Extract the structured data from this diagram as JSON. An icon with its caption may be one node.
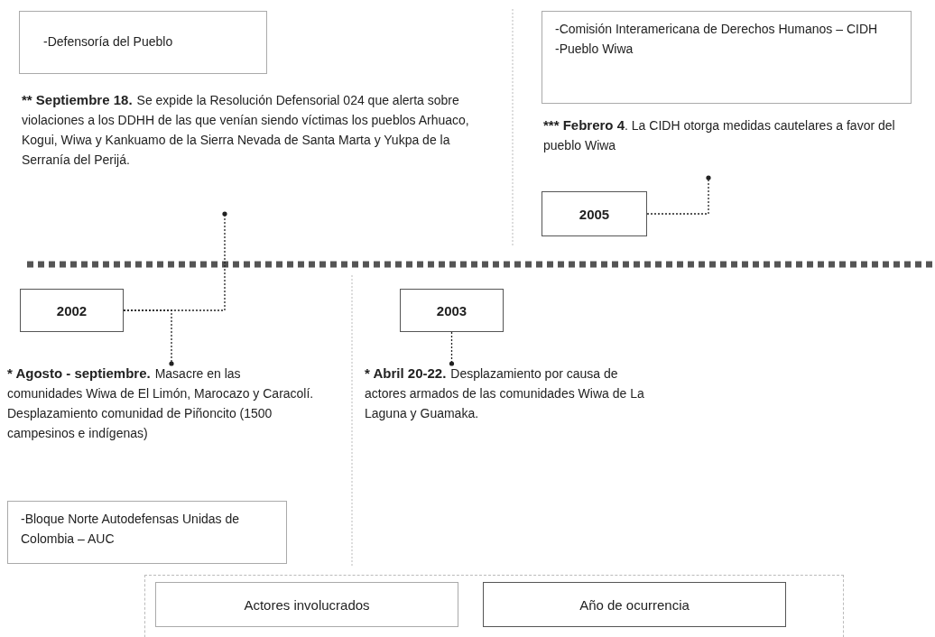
{
  "diagram": {
    "nodes": [
      {
        "text": [
          "-Defensoría del Pueblo"
        ]
      },
      {
        "text": [
          "** Septiembre 18.",
          "Se expide la Resolución Defensorial 024 que alerta sobre violaciones a los DDHH de las que venían siendo víctimas los pueblos Arhuaco, Kogui, Wiwa y Kankuamo de la Sierra Nevada de Santa Marta y Yukpa de la Serranía del Perijá."
        ]
      },
      {
        "text": [
          "2002"
        ]
      },
      {
        "text": [
          "* Agosto - septiembre.",
          "Masacre en las comunidades Wiwa de El Limón, Marocazo y Caracolí. Desplazamiento comunidad de Piñoncito (1500 campesinos e indígenas)"
        ]
      },
      {
        "text": [
          "-Bloque Norte Autodefensas Unidas de Colombia – AUC"
        ]
      },
      {
        "text": [
          "2003"
        ]
      },
      {
        "text": [
          "* Abril 20-22.",
          "Desplazamiento por causa de actores armados de las comunidades Wiwa de La Laguna y Guamaka."
        ]
      },
      {
        "text": [
          "-Comisión Interamericana de Derechos Humanos – CIDH",
          "-Pueblo Wiwa"
        ]
      },
      {
        "text": [
          "*** Febrero 4",
          ". La CIDH otorga medidas cautelares a favor del pueblo Wiwa"
        ]
      },
      {
        "text": [
          "2005"
        ]
      }
    ],
    "edges": [
      {
        "from": 2,
        "to": 1,
        "arrow": "other"
      },
      {
        "from": 2,
        "to": 3,
        "arrow": "other"
      },
      {
        "from": 5,
        "to": 6,
        "arrow": "other"
      },
      {
        "from": 9,
        "to": 8,
        "arrow": "other"
      }
    ],
    "legend": [
      {
        "text": "Actores involucrados"
      },
      {
        "text": "Año de ocurrencia"
      }
    ]
  }
}
